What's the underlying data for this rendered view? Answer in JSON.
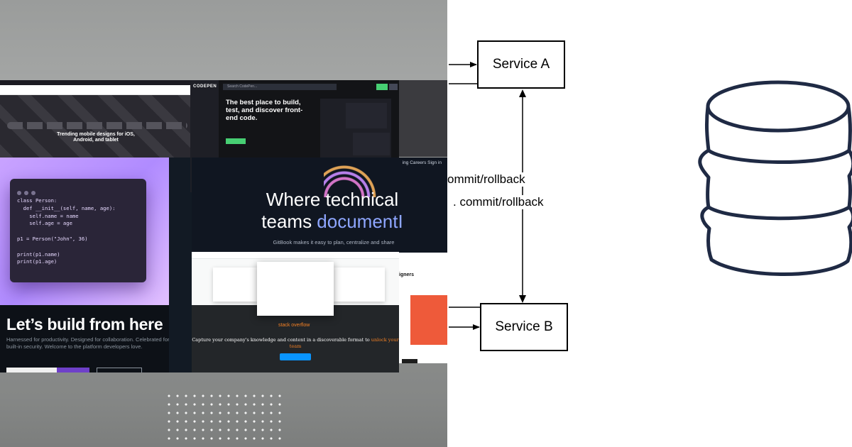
{
  "collage": {
    "dribbble": {
      "hero_title": "Trending mobile designs for iOS, Android, and tablet"
    },
    "code_sample": [
      "class Person:",
      "  def __init__(self, name, age):",
      "    self.name = name",
      "    self.age = age",
      "",
      "p1 = Person(\"John\", 36)",
      "",
      "print(p1.name)",
      "print(p1.age)"
    ],
    "github": {
      "headline": "Let’s build from here",
      "subtext": "Harnessed for productivity. Designed for collaboration. Celebrated for built-in security. Welcome to the platform developers love."
    },
    "codepen": {
      "logo": "CODEPEN",
      "search_placeholder": "Search CodePen...",
      "headline": "The best place to build, test, and discover front-end code."
    },
    "gitbook": {
      "nav": "ing  Careers  Sign in",
      "title_line1": "Where technical",
      "title_line2_prefix": "teams ",
      "title_line2_accent": "document",
      "subtitle": "GitBook makes it easy to plan, centralize and share"
    },
    "stackoverflow": {
      "brand": "stack overflow",
      "headline_prefix": "Capture your company's knowledge and content in a discoverable format to ",
      "headline_accent": "unlock your team"
    },
    "right_partial": {
      "text": "igners"
    }
  },
  "diagram": {
    "service_a_label": "Service A",
    "service_b_label": "Service B",
    "edge_label_1": "ommit/rollback",
    "edge_label_2": ". commit/rollback",
    "colors": {
      "stroke": "#000000",
      "database_stroke": "#1f2a44"
    },
    "icons": [
      "database-icon"
    ]
  }
}
